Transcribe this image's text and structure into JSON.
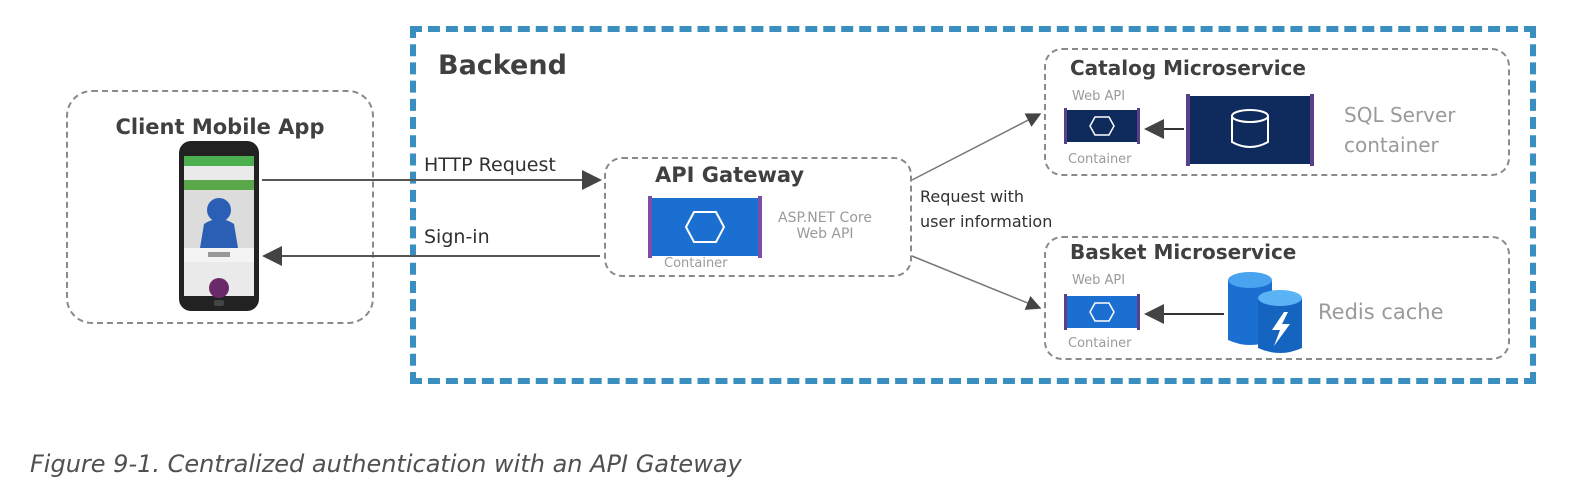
{
  "client": {
    "title": "Client Mobile App"
  },
  "backend": {
    "label": "Backend"
  },
  "arrows": {
    "http_request": "HTTP Request",
    "sign_in": "Sign-in",
    "request_with_user_info_line1": "Request with",
    "request_with_user_info_line2": "user information"
  },
  "gateway": {
    "title": "API Gateway",
    "tech_line1": "ASP.NET Core",
    "tech_line2": "Web API",
    "container": "Container"
  },
  "catalog": {
    "title": "Catalog Microservice",
    "web_api": "Web API",
    "container": "Container",
    "db_line1": "SQL Server",
    "db_line2": "container"
  },
  "basket": {
    "title": "Basket Microservice",
    "web_api": "Web API",
    "container": "Container",
    "cache": "Redis cache"
  },
  "caption": "Figure 9-1. Centralized authentication with an API Gateway",
  "colors": {
    "backend_border": "#3a8fc0",
    "container_blue": "#1b6fd1",
    "navy": "#0f2a5c",
    "purple": "#7b4fa3"
  }
}
